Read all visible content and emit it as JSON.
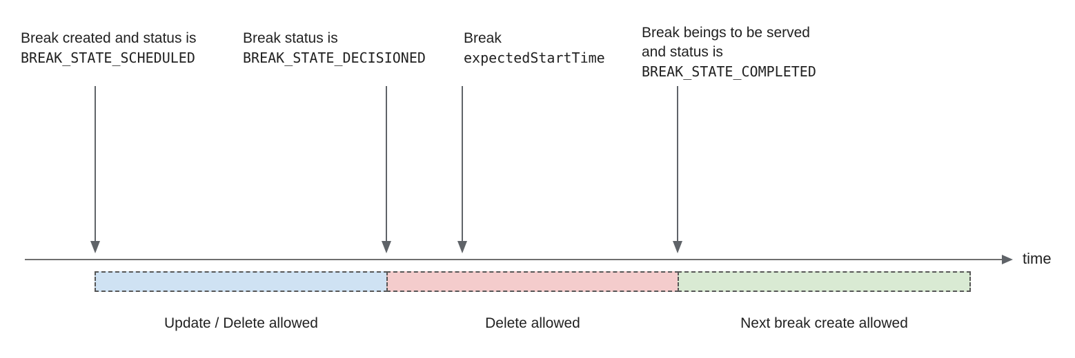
{
  "annotations": [
    {
      "line1": "Break created and status is",
      "line2": "BREAK_STATE_SCHEDULED"
    },
    {
      "line1": "Break status is",
      "line2": "BREAK_STATE_DECISIONED"
    },
    {
      "line1": "Break",
      "line2": "expectedStartTime"
    },
    {
      "line1": "Break beings to be served",
      "line2": "and status is",
      "line3": "BREAK_STATE_COMPLETED"
    }
  ],
  "timeline": {
    "axis_label": "time"
  },
  "segments": [
    {
      "label": "Update / Delete allowed",
      "color": "#cfe2f3"
    },
    {
      "label": "Delete allowed",
      "color": "#f4cccc"
    },
    {
      "label": "Next break create allowed",
      "color": "#d9ead3"
    }
  ],
  "colors": {
    "arrow": "#5f6368",
    "axis": "#6e6e6e",
    "segment_border": "#555555",
    "text": "#212121"
  }
}
